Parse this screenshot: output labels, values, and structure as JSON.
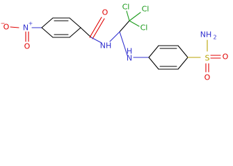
{
  "molecule": {
    "colors": {
      "carbon": "#000000",
      "nitrogen": "#2f2fcf",
      "oxygen": "#e00000",
      "chlorine": "#1a9a1a",
      "sulfur": "#b8a200"
    },
    "atom_labels": {
      "nitro_o_left": "O",
      "nitro_o_minus": "−",
      "nitro_n": "N",
      "nitro_n_plus": "+",
      "nitro_o_bottom": "O",
      "amide_o": "O",
      "amide_nh": "NH",
      "cl_top_left": "Cl",
      "cl_top_right": "Cl",
      "cl_right": "Cl",
      "amine_h": "H",
      "amine_n": "N",
      "sulfonamide_nh2": "NH",
      "sulfonamide_nh2_sub": "2",
      "sulfonyl_s": "S",
      "sulfonyl_o_top": "O",
      "sulfonyl_o_bottom": "O"
    }
  }
}
